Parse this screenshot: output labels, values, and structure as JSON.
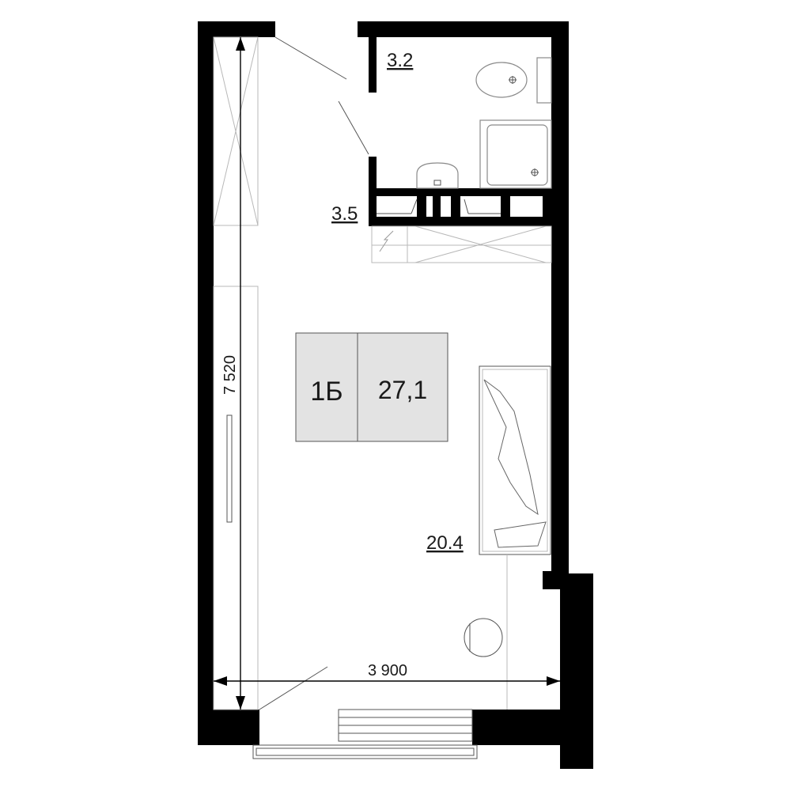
{
  "apartment": {
    "type_label": "1Б",
    "total_area": "27,1"
  },
  "rooms": {
    "bathroom_area": "3.2",
    "hallway_area": "3.5",
    "living_area": "20.4"
  },
  "dimensions": {
    "height": "7 520",
    "width": "3 900"
  },
  "colors": {
    "wall": "#000000",
    "badge_fill": "#e3e3e3",
    "line": "#b8b8b8"
  }
}
